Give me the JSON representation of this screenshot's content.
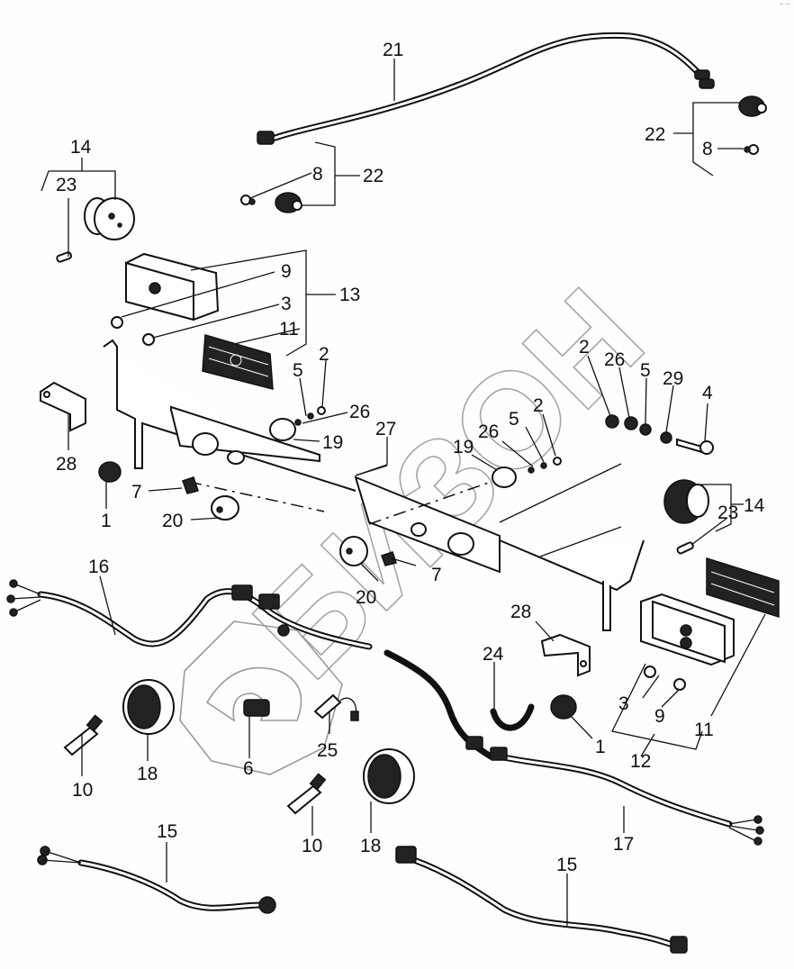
{
  "diagram": {
    "title": "Lighting equipment exploded parts diagram",
    "watermark": {
      "text": "БИЗОН",
      "logo": "bizon-logo"
    },
    "corner_mark": "⌐ ---",
    "callouts": [
      {
        "id": "c21",
        "label": "21",
        "part": "wiring-harness-top"
      },
      {
        "id": "c22a",
        "label": "22",
        "part": "lamp-assembly-left-top"
      },
      {
        "id": "c8a",
        "label": "8",
        "part": "bulb-left-top"
      },
      {
        "id": "c22b",
        "label": "22",
        "part": "lamp-assembly-right-top"
      },
      {
        "id": "c8b",
        "label": "8",
        "part": "bulb-right-top"
      },
      {
        "id": "c14a",
        "label": "14",
        "part": "round-marker-lamp-left"
      },
      {
        "id": "c23a",
        "label": "23",
        "part": "festoon-bulb-left"
      },
      {
        "id": "c9a",
        "label": "9",
        "part": "bulb-left-rear-lamp"
      },
      {
        "id": "c3a",
        "label": "3",
        "part": "bulb-left-rear-lamp-2"
      },
      {
        "id": "c13",
        "label": "13",
        "part": "rear-lamp-assembly-left"
      },
      {
        "id": "c11a",
        "label": "11",
        "part": "lens-left"
      },
      {
        "id": "c5a",
        "label": "5",
        "part": "washer-left"
      },
      {
        "id": "c2a",
        "label": "2",
        "part": "nut-left"
      },
      {
        "id": "c26a",
        "label": "26",
        "part": "washer-26-left"
      },
      {
        "id": "c19a",
        "label": "19",
        "part": "grommet-left"
      },
      {
        "id": "c28a",
        "label": "28",
        "part": "bracket-left"
      },
      {
        "id": "c1a",
        "label": "1",
        "part": "plug-left"
      },
      {
        "id": "c7a",
        "label": "7",
        "part": "screw-left"
      },
      {
        "id": "c20a",
        "label": "20",
        "part": "grommet-20-left"
      },
      {
        "id": "c27",
        "label": "27",
        "part": "light-bar"
      },
      {
        "id": "c19b",
        "label": "19",
        "part": "grommet-center"
      },
      {
        "id": "c26b",
        "label": "26",
        "part": "washer-26-center"
      },
      {
        "id": "c5b",
        "label": "5",
        "part": "washer-center"
      },
      {
        "id": "c2b",
        "label": "2",
        "part": "nut-center"
      },
      {
        "id": "c2c",
        "label": "2",
        "part": "nut-right"
      },
      {
        "id": "c26c",
        "label": "26",
        "part": "washer-26-right"
      },
      {
        "id": "c5c",
        "label": "5",
        "part": "washer-right"
      },
      {
        "id": "c29",
        "label": "29",
        "part": "washer-29"
      },
      {
        "id": "c4",
        "label": "4",
        "part": "bolt"
      },
      {
        "id": "c14b",
        "label": "14",
        "part": "round-marker-lamp-right"
      },
      {
        "id": "c23b",
        "label": "23",
        "part": "festoon-bulb-right"
      },
      {
        "id": "c7b",
        "label": "7",
        "part": "screw-center"
      },
      {
        "id": "c20b",
        "label": "20",
        "part": "grommet-20-center"
      },
      {
        "id": "c16",
        "label": "16",
        "part": "wiring-harness-left"
      },
      {
        "id": "c28b",
        "label": "28",
        "part": "bracket-right"
      },
      {
        "id": "c24",
        "label": "24",
        "part": "cable-clip"
      },
      {
        "id": "c1b",
        "label": "1",
        "part": "plug-right"
      },
      {
        "id": "c3b",
        "label": "3",
        "part": "bulb-right-rear-lamp"
      },
      {
        "id": "c9b",
        "label": "9",
        "part": "bulb-right-rear-lamp-2"
      },
      {
        "id": "c11b",
        "label": "11",
        "part": "lens-right"
      },
      {
        "id": "c12",
        "label": "12",
        "part": "rear-lamp-assembly-right"
      },
      {
        "id": "c10a",
        "label": "10",
        "part": "headlamp-bulb-left"
      },
      {
        "id": "c18a",
        "label": "18",
        "part": "headlamp-left"
      },
      {
        "id": "c6",
        "label": "6",
        "part": "connector"
      },
      {
        "id": "c25",
        "label": "25",
        "part": "bulb-socket"
      },
      {
        "id": "c10b",
        "label": "10",
        "part": "headlamp-bulb-center"
      },
      {
        "id": "c18b",
        "label": "18",
        "part": "headlamp-center"
      },
      {
        "id": "c17",
        "label": "17",
        "part": "wiring-harness-right"
      },
      {
        "id": "c15a",
        "label": "15",
        "part": "cable-left"
      },
      {
        "id": "c15b",
        "label": "15",
        "part": "cable-right"
      }
    ]
  }
}
